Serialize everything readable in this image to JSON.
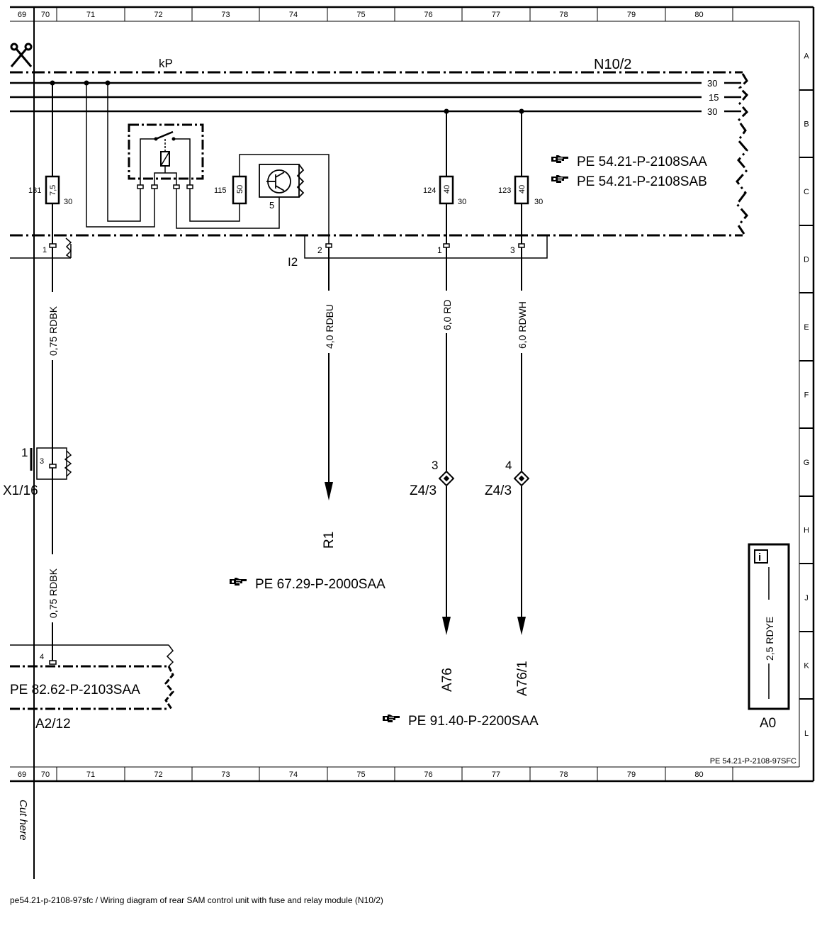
{
  "grid": {
    "columns": [
      "69",
      "70",
      "71",
      "72",
      "73",
      "74",
      "75",
      "76",
      "77",
      "78",
      "79",
      "80"
    ],
    "rows": [
      "A",
      "B",
      "C",
      "D",
      "E",
      "F",
      "G",
      "H",
      "J",
      "K",
      "L"
    ]
  },
  "components": {
    "kp": "kP",
    "n10_2": "N10/2",
    "i2": "I2",
    "x1_16": "X1/16",
    "x1_16_pin": "1",
    "a2_12": "A2/12",
    "r1": "R1",
    "a76": "A76",
    "a76_1": "A76/1",
    "z4_3_a": "Z4/3",
    "z4_3_b": "Z4/3",
    "z4_pin_3": "3",
    "z4_pin_4": "4",
    "a0": "A0",
    "transistor_pin": "5"
  },
  "terminals": {
    "t30a": "30",
    "t15": "15",
    "t30b": "30"
  },
  "fuses": [
    {
      "id": "131",
      "rating": "7,5",
      "term": "30"
    },
    {
      "id": "115",
      "rating": "50",
      "term": ""
    },
    {
      "id": "124",
      "rating": "40",
      "term": "30"
    },
    {
      "id": "123",
      "rating": "40",
      "term": "30"
    }
  ],
  "connector_pins": {
    "p1_left": "1",
    "p2": "2",
    "p1_mid": "1",
    "p3": "3",
    "x1_pin": "3",
    "a2_pin": "4"
  },
  "wires": {
    "w_rdbk_top": "0,75 RDBK",
    "w_rdbk_bot": "0,75 RDBK",
    "w_rdbu": "4,0 RDBU",
    "w_rd": "6,0 RD",
    "w_rdwh": "6,0 RDWH",
    "w_rdye": "2,5 RDYE"
  },
  "references": {
    "ref_2108saa": "PE 54.21-P-2108SAA",
    "ref_2108sab": "PE 54.21-P-2108SAB",
    "ref_2000saa": "PE 67.29-P-2000SAA",
    "ref_2103saa": "PE 82.62-P-2103SAA",
    "ref_2200saa": "PE 91.40-P-2200SAA"
  },
  "info_icon": "i",
  "doc_code": "PE 54.21-P-2108-97SFC",
  "cut_here": "Cut here",
  "caption": "pe54.21-p-2108-97sfc / Wiring diagram of rear SAM control unit with fuse and relay module (N10/2)",
  "icons": [
    "scissors-icon",
    "pointing-hand-icon",
    "info-icon",
    "transistor-icon",
    "relay-icon"
  ]
}
